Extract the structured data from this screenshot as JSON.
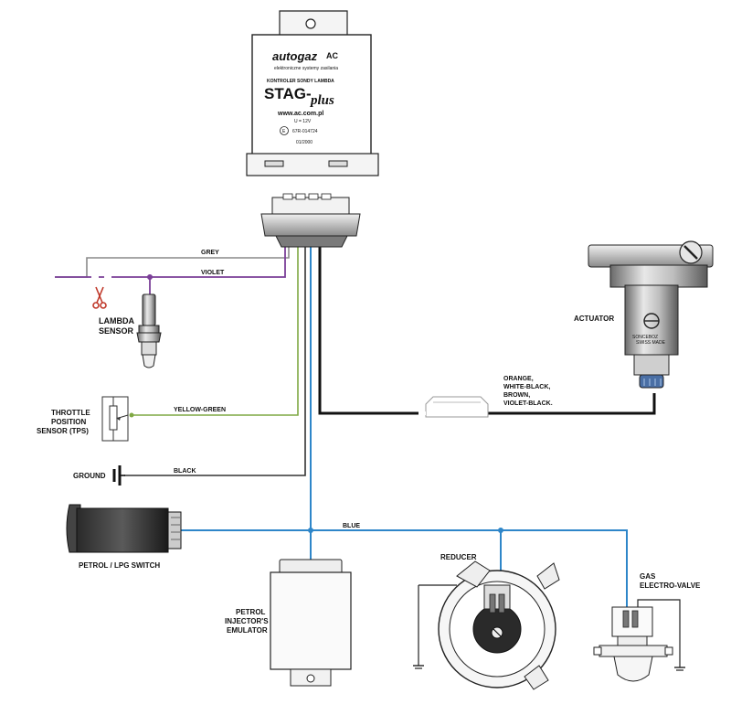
{
  "controller": {
    "brand": "autogaz",
    "brand_mark": "AC",
    "brand_subtitle": "elektroniczne systemy zasilania",
    "device_label": "KONTROLER SONDY LAMBDA",
    "model_prefix": "STAG-",
    "model_suffix": "plus",
    "website": "www.ac.com.pl",
    "voltage": "U = 12V",
    "cert_mark": "E",
    "cert_code": "67R-014724",
    "date": "01/2000"
  },
  "wires": {
    "grey": "GREY",
    "violet": "VIOLET",
    "yellow_green": "YELLOW-GREEN",
    "black": "BLACK",
    "blue": "BLUE",
    "actuator_line1": "ORANGE,",
    "actuator_line2": "WHITE-BLACK,",
    "actuator_line3": "BROWN,",
    "actuator_line4": "VIOLET-BLACK."
  },
  "components": {
    "lambda_line1": "LAMBDA",
    "lambda_line2": "SENSOR",
    "tps_line1": "THROTTLE",
    "tps_line2": "POSITION",
    "tps_line3": "SENSOR (TPS)",
    "ground": "GROUND",
    "switch": "PETROL / LPG SWITCH",
    "emulator_line1": "PETROL",
    "emulator_line2": "INJECTOR'S",
    "emulator_line3": "EMULATOR",
    "reducer": "REDUCER",
    "valve_line1": "GAS",
    "valve_line2": "ELECTRO-VALVE",
    "actuator": "ACTUATOR",
    "actuator_brand": "SONCEBOZ",
    "actuator_brand_sub": "SWISS MADE"
  },
  "colors": {
    "grey_wire": "#8a8a8a",
    "violet_wire": "#7b3f98",
    "yellow_green_wire": "#7fa843",
    "black_wire": "#111111",
    "blue_wire": "#2e86c9",
    "scissors": "#c0392b"
  }
}
